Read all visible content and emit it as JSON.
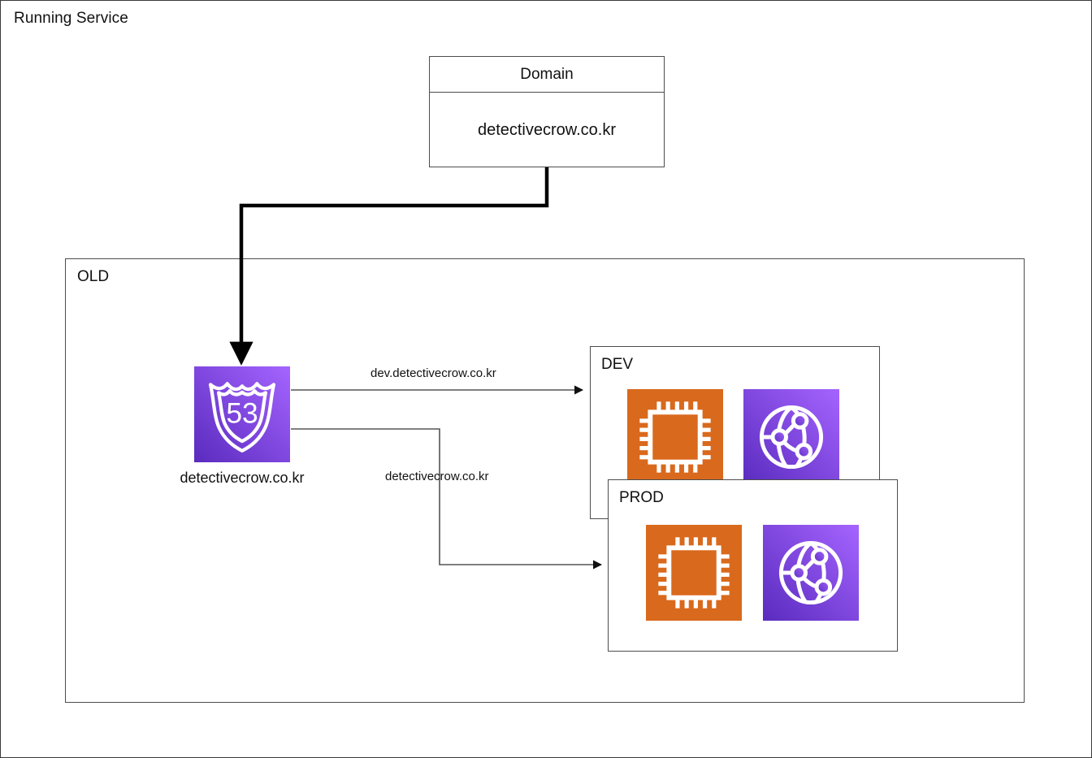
{
  "diagram": {
    "title": "Running Service",
    "type": "aws-architecture-diagram"
  },
  "domain_node": {
    "header": "Domain",
    "value": "detectivecrow.co.kr"
  },
  "containers": {
    "old": {
      "label": "OLD"
    },
    "dev": {
      "label": "DEV",
      "services": [
        {
          "name": "ec2",
          "icon": "ec2-chip-icon",
          "color": "#D9691C"
        },
        {
          "name": "cloudfront",
          "icon": "cloudfront-globe-icon",
          "color": "#8C4FE4"
        }
      ]
    },
    "prod": {
      "label": "PROD",
      "services": [
        {
          "name": "ec2",
          "icon": "ec2-chip-icon",
          "color": "#D9691C"
        },
        {
          "name": "cloudfront",
          "icon": "cloudfront-globe-icon",
          "color": "#8C4FE4"
        }
      ]
    }
  },
  "route53": {
    "icon": "route53-shield-icon",
    "badge_number": "53",
    "caption": "detectivecrow.co.kr"
  },
  "edges": [
    {
      "from": "domain",
      "to": "route53",
      "label": "",
      "style": "thick-elbow"
    },
    {
      "from": "route53",
      "to": "dev",
      "label": "dev.detectivecrow.co.kr",
      "style": "straight"
    },
    {
      "from": "route53",
      "to": "prod",
      "label": "detectivecrow.co.kr",
      "style": "elbow"
    }
  ],
  "edge_labels": {
    "dev": "dev.detectivecrow.co.kr",
    "prod": "detectivecrow.co.kr"
  },
  "colors": {
    "ec2_orange": "#D9691C",
    "cloudfront_purple_light": "#9B5CF6",
    "cloudfront_purple_dark": "#5A2BBF",
    "route53_purple_light": "#9B5CF6",
    "route53_purple_dark": "#5A2BBF",
    "stroke": "#4d4d4d",
    "thick_stroke": "#000000",
    "background": "#ffffff"
  }
}
